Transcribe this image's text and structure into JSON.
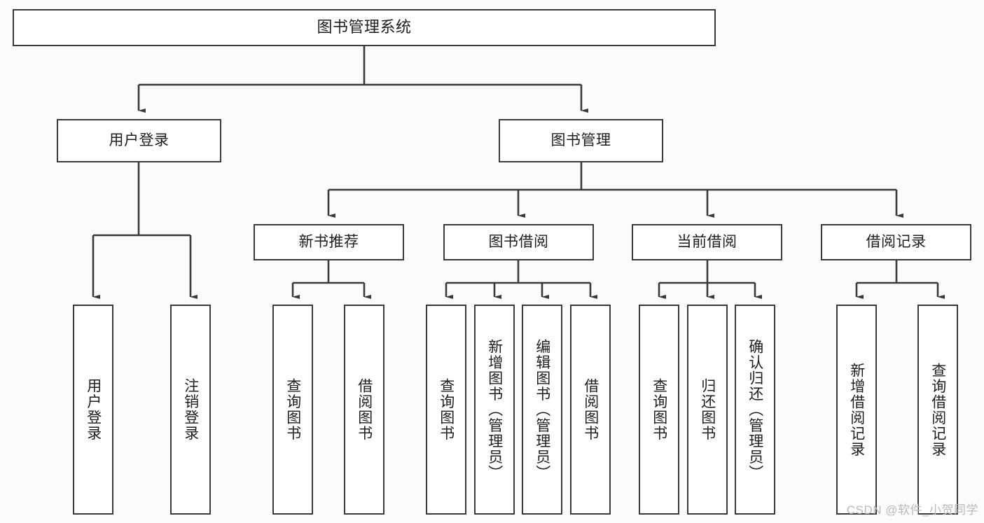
{
  "diagram": {
    "title": "图书管理系统",
    "watermark": "CSDN @软件_小贺同学",
    "colors": {
      "box_border": "#3a3a3a",
      "box_fill": "#ffffff",
      "line": "#3a3a3a",
      "text": "#1d1d1d",
      "watermark": "#b9b9b9",
      "background": "#fbfbfb"
    }
  },
  "nodes": {
    "root": {
      "label": "图书管理系统"
    },
    "level2": [
      {
        "label": "用户登录"
      },
      {
        "label": "图书管理"
      }
    ],
    "level3": [
      {
        "label": "新书推荐"
      },
      {
        "label": "图书借阅"
      },
      {
        "label": "当前借阅"
      },
      {
        "label": "借阅记录"
      }
    ],
    "leaves": {
      "user_login": [
        {
          "label": "用户登录"
        },
        {
          "label": "注销登录"
        }
      ],
      "new_book_recommend": [
        {
          "label": "查询图书"
        },
        {
          "label": "借阅图书"
        }
      ],
      "book_borrow": [
        {
          "label": "查询图书"
        },
        {
          "label": "新增图书（管理员）"
        },
        {
          "label": "编辑图书（管理员）"
        },
        {
          "label": "借阅图书"
        }
      ],
      "current_borrow": [
        {
          "label": "查询图书"
        },
        {
          "label": "归还图书"
        },
        {
          "label": "确认归还（管理员）"
        }
      ],
      "borrow_record": [
        {
          "label": "新增借阅记录"
        },
        {
          "label": "查询借阅记录"
        }
      ]
    }
  },
  "tree": {
    "root": "图书管理系统",
    "children": [
      {
        "name": "用户登录",
        "children": [
          {
            "name": "用户登录"
          },
          {
            "name": "注销登录"
          }
        ]
      },
      {
        "name": "图书管理",
        "children": [
          {
            "name": "新书推荐",
            "children": [
              {
                "name": "查询图书"
              },
              {
                "name": "借阅图书"
              }
            ]
          },
          {
            "name": "图书借阅",
            "children": [
              {
                "name": "查询图书"
              },
              {
                "name": "新增图书（管理员）"
              },
              {
                "name": "编辑图书（管理员）"
              },
              {
                "name": "借阅图书"
              }
            ]
          },
          {
            "name": "当前借阅",
            "children": [
              {
                "name": "查询图书"
              },
              {
                "name": "归还图书"
              },
              {
                "name": "确认归还（管理员）"
              }
            ]
          },
          {
            "name": "借阅记录",
            "children": [
              {
                "name": "新增借阅记录"
              },
              {
                "name": "查询借阅记录"
              }
            ]
          }
        ]
      }
    ]
  }
}
